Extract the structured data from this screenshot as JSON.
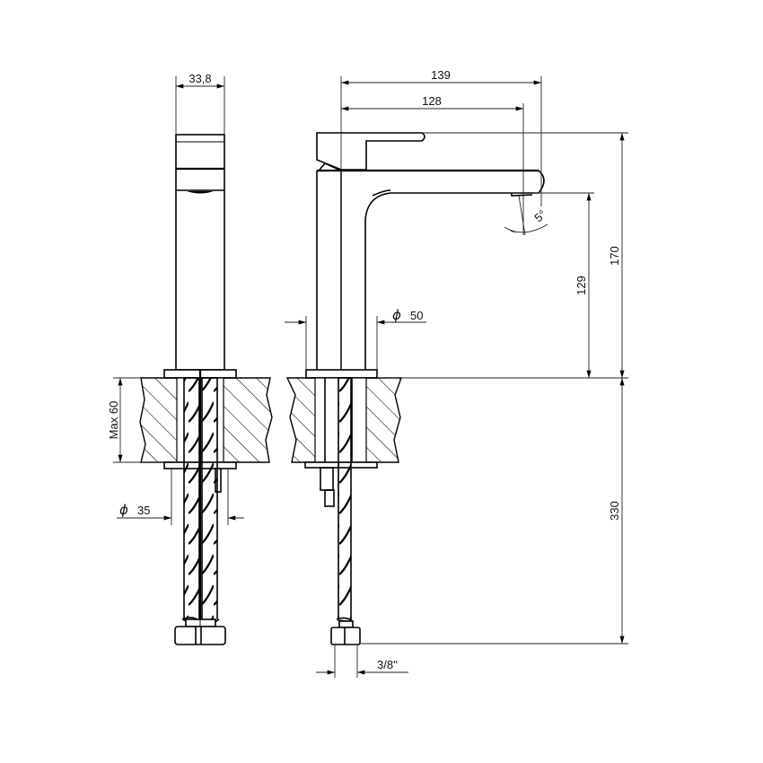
{
  "drawing": {
    "title": "Basin mixer technical drawing",
    "views": [
      "front-view",
      "side-view"
    ],
    "colors": {
      "line": "#000000",
      "background": "#ffffff"
    }
  },
  "dimensions": {
    "body_width": "33,8",
    "overall_reach": "139",
    "spout_reach": "128",
    "overall_height": "170",
    "spout_height": "129",
    "base_diameter_symbol": "ϕ",
    "base_diameter": "50",
    "hose_diameter_symbol": "ϕ",
    "hose_diameter": "35",
    "max_deck_thickness": "Max 60",
    "hose_length": "330",
    "connection_thread": "3/8''",
    "spout_angle": "5°"
  }
}
